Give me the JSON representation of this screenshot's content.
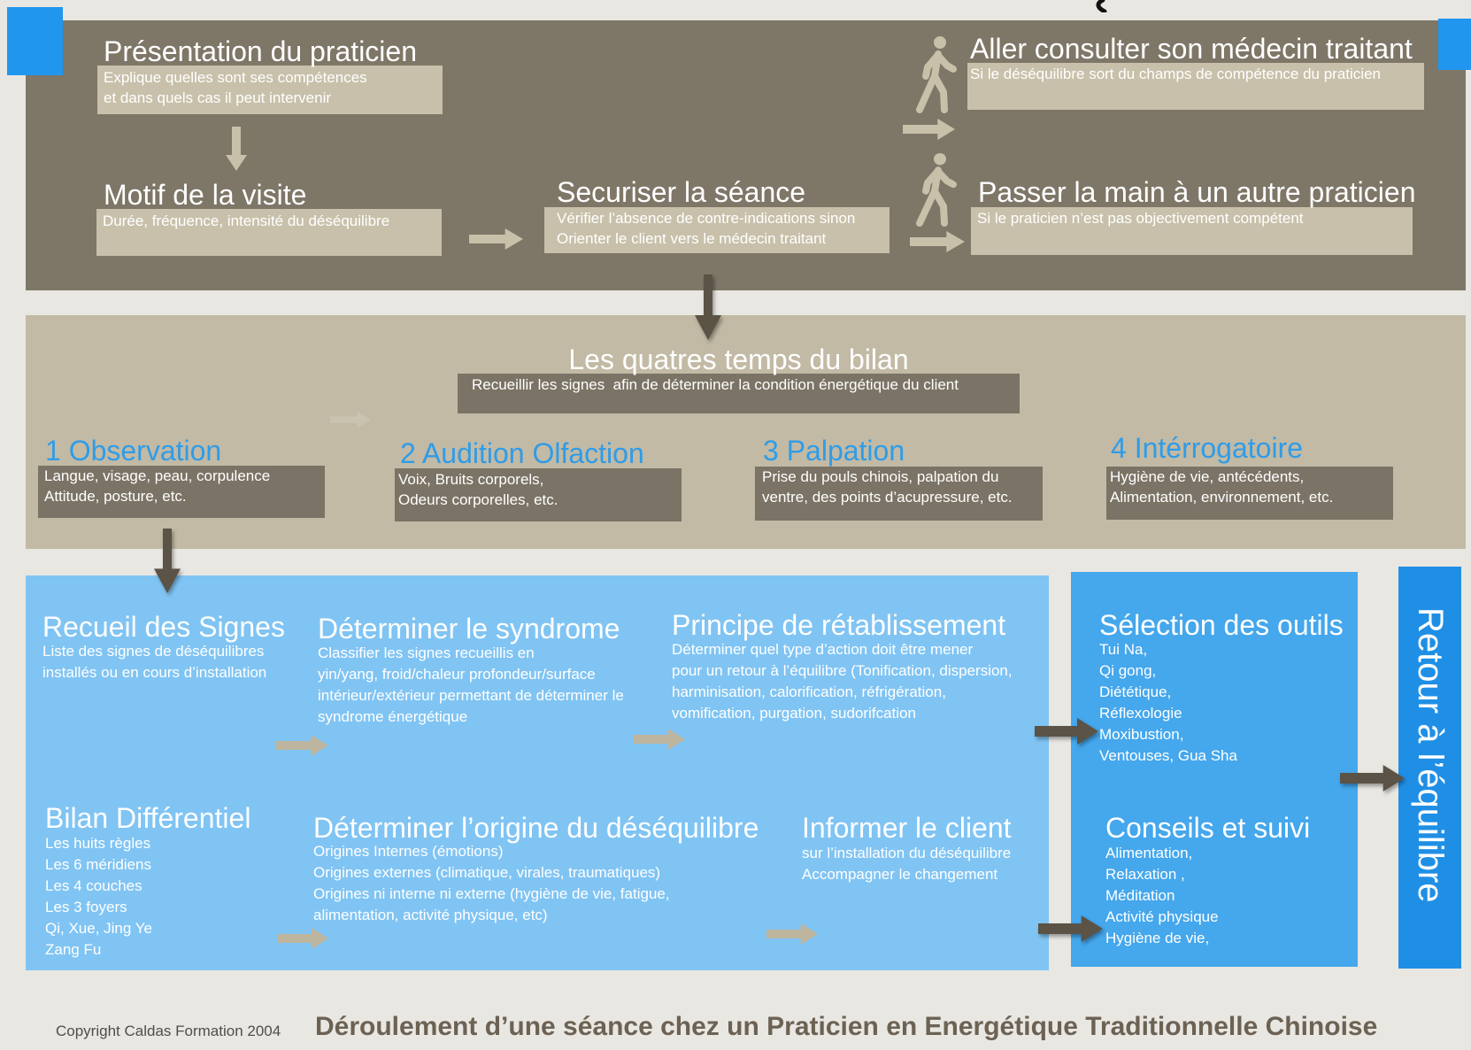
{
  "colors": {
    "page_background": "#e9e7e2",
    "top_panel": "#7e7667",
    "top_box": "#c8c0aa",
    "bilan_panel": "#c2baa5",
    "bilan_box": "#7b7365",
    "step_title_blue": "#2f9ce8",
    "analyse_panel": "#80c4f3",
    "outils_panel": "#45a7ec",
    "retour_bar": "#1f8fe6",
    "corner_accent": "#2196ef",
    "arrow_dark": "#5b5346",
    "arrow_light": "#c8c0a8",
    "arrow_on_blue": "#bdb59d",
    "footer_title": "#6c6254"
  },
  "icons": {
    "walking_person": "walking-person-icon",
    "arrow_right": "arrow-right-icon",
    "arrow_down": "arrow-down-icon"
  },
  "accueil": {
    "presentation": {
      "title": "Présentation du praticien",
      "lines": [
        "Explique quelles sont ses compétences",
        "et dans quels cas il peut intervenir"
      ]
    },
    "motif": {
      "title": "Motif de la visite",
      "lines": [
        "Durée, fréquence, intensité du déséquilibre"
      ]
    },
    "securiser": {
      "title": "Securiser la séance",
      "lines": [
        "Vérifier l’absence de contre-indications sinon",
        "Orienter le client vers le médecin traitant"
      ]
    },
    "consulter": {
      "title": "Aller consulter son médecin traitant",
      "lines": [
        "Si le déséquilibre sort du champs de compétence du praticien"
      ]
    },
    "passer": {
      "title": "Passer la main à un autre praticien",
      "lines": [
        "Si le praticien n’est pas objectivement compétent"
      ]
    }
  },
  "bilan": {
    "title": "Les quatres temps du bilan",
    "subtitle": "Recueillir les signes  afin de déterminer la condition énergétique du client",
    "steps": [
      {
        "title": "1 Observation",
        "lines": [
          "Langue, visage, peau, corpulence",
          "Attitude, posture, etc."
        ]
      },
      {
        "title": "2 Audition Olfaction",
        "lines": [
          "Voix, Bruits corporels,",
          "Odeurs corporelles, etc."
        ]
      },
      {
        "title": "3 Palpation",
        "lines": [
          "Prise du pouls chinois, palpation du",
          "ventre, des points d’acupressure, etc."
        ]
      },
      {
        "title": "4 Intérrogatoire",
        "lines": [
          "Hygiène de vie, antécédents,",
          "Alimentation, environnement, etc."
        ]
      }
    ]
  },
  "analyse": {
    "recueil": {
      "title": "Recueil des Signes",
      "lines": [
        "Liste des signes de déséquilibres",
        "installés ou en cours d’installation"
      ]
    },
    "syndrome": {
      "title": "Déterminer le syndrome",
      "lines": [
        "Classifier les signes recueillis en",
        "yin/yang, froid/chaleur profondeur/surface",
        "intérieur/extérieur permettant de déterminer le",
        "syndrome énergétique"
      ]
    },
    "principe": {
      "title": "Principe de rétablissement",
      "lines": [
        "Déterminer quel type d’action doit être mener",
        "pour un retour à l’équilibre (Tonification, dispersion,",
        "harminisation, calorification, réfrigération,",
        "vomification, purgation, sudorifcation"
      ]
    },
    "bilan_differentiel": {
      "title": "Bilan Différentiel",
      "lines": [
        "Les huits règles",
        "Les 6 méridiens",
        "Les 4 couches",
        "Les 3 foyers",
        "Qi, Xue, Jing Ye",
        "Zang Fu"
      ]
    },
    "origine": {
      "title": "Déterminer l’origine du déséquilibre",
      "lines": [
        "Origines Internes (émotions)",
        "Origines externes (climatique, virales, traumatiques)",
        "Origines ni interne ni externe (hygiène de vie, fatigue,",
        "alimentation, activité physique, etc)"
      ]
    },
    "informer": {
      "title": "Informer le client",
      "lines": [
        "sur l’installation du déséquilibre",
        "Accompagner le changement"
      ]
    }
  },
  "outils": {
    "title": "Sélection des outils",
    "lines": [
      "Tui Na,",
      "Qi gong,",
      "Diététique,",
      "Réflexologie",
      "Moxibustion,",
      "Ventouses, Gua Sha"
    ]
  },
  "conseils": {
    "title": "Conseils et suivi",
    "lines": [
      "Alimentation,",
      "Relaxation ,",
      "Méditation",
      "Activité physique",
      "Hygiène de vie,"
    ]
  },
  "retour": "Retour à l’équilibre",
  "footer": {
    "copyright": "Copyright Caldas Formation 2004",
    "title": "Déroulement d’une séance chez un Praticien en Energétique Traditionnelle Chinoise"
  }
}
